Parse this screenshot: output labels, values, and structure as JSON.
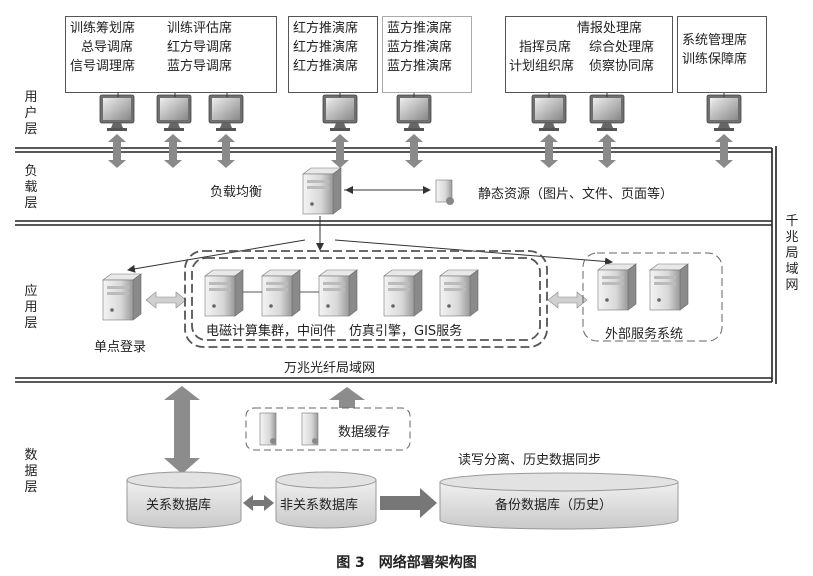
{
  "caption": "图 3　网络部署架构图",
  "layers": {
    "user": "用户层",
    "load": "负载层",
    "app": "应用层",
    "data": "数据层"
  },
  "gigabit_lan": "千兆局域网",
  "tenG_lan": "万兆光纤局域网",
  "seat_groups": [
    {
      "col1": [
        "训练筹划席",
        "总导调席",
        "信号调理席"
      ],
      "col2": [
        "训练评估席",
        "红方导调席",
        "蓝方导调席"
      ]
    },
    {
      "rows": [
        "红方推演席",
        "红方推演席",
        "红方推演席"
      ]
    },
    {
      "rows": [
        "蓝方推演席",
        "蓝方推演席",
        "蓝方推演席"
      ]
    },
    {
      "top": "情报处理席",
      "rows": [
        [
          "指挥员席",
          "综合处理席"
        ],
        [
          "计划组织席",
          "侦察协同席"
        ]
      ]
    },
    {
      "rows": [
        "系统管理席",
        "训练保障席"
      ]
    }
  ],
  "load_balance": "负载均衡",
  "static_resources": "静态资源（图片、文件、页面等）",
  "single_sign_on": "单点登录",
  "cluster_label": "电磁计算集群，中间件　仿真引擎，GIS服务",
  "external_system": "外部服务系统",
  "data_cache": "数据缓存",
  "rw_split": "读写分离、历史数据同步",
  "databases": {
    "relational": "关系数据库",
    "nonrelational": "非关系数据库",
    "backup": "备份数据库（历史）"
  }
}
